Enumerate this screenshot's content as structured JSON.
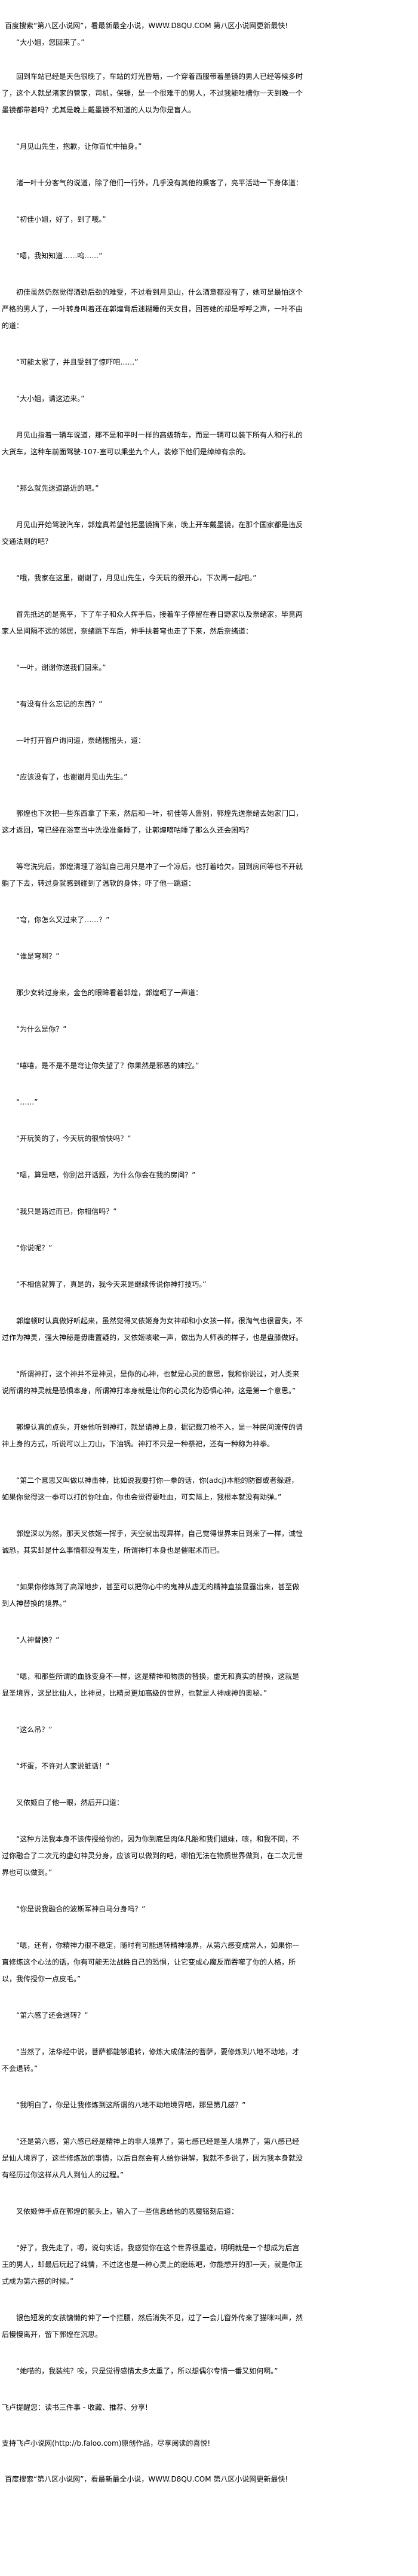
{
  "site_banner": "百度搜索“第八区小说网”，看最新最全小说，WWW.D8QU.COM  第八区小说网更新最快!",
  "story": {
    "paragraphs": [
      "“大小姐，您回来了。”",
      "回到车站已经是天色很晚了，车站的灯光昏暗，一个穿着西服带着墨镜的男人已经等候多时了，这个人就是渚家的管家，司机，保镖，是一个很难干的男人，不过我能吐槽你一天到晚一个墨镜都带着吗？尤其是晚上戴墨镜不知道的人以为你是盲人。",
      "“月见山先生，抱歉，让你百忙中抽身。”",
      "渚一叶十分客气的说道，除了他们一行外，几乎没有其他的乘客了，亮平活动一下身体道：",
      "“初佳小姐，好了，到了哦。”",
      "“嗯，我知知道……呜……”",
      "初佳虽然仍然觉得酒劲后劲的难受，不过看到月见山，什么酒意都没有了，她可是最怕这个严格的男人了，一叶转身叫着还在郭煌背后迷糊睡的天女目，回答她的却是呼呼之声，一叶不由的道：",
      "“可能太累了，并且受到了惊吓吧……”",
      "“大小姐，请这边来。”",
      "月见山指着一辆车说道，那不是和平时一样的高级轿车，而是一辆可以装下所有人和行礼的大货车，这种车前面驾驶-107-室可以乘坐九个人，装修下他们是绰绰有余的。",
      "“那么就先送道路近的吧。”",
      "月见山开始驾驶汽车，郭煌真希望他把墨镜摘下来，晚上开车戴墨镜，在那个国家都是违反交通法则的吧？",
      "“哦，我家在这里，谢谢了，月见山先生，今天玩的很开心，下次再一起吧。”",
      "首先抵达的是亮平，下了车子和众人挥手后，接着车子停留在春日野家以及奈绪家，毕竟两家人是间隔不远的邻居，奈绪跳下车后，伸手扶着穹也走了下来，然后奈绪道：",
      "“一叶，谢谢你送我们回来。”",
      "“有没有什么忘记的东西？”",
      "一叶打开窗户询问道，奈绪摇摇头，道：",
      "“应该没有了，也谢谢月见山先生。”",
      "郭煌也下次把一些东西拿了下来，然后和一叶，初佳等人告别，郭煌先送奈绪去她家门口，这才返回，穹已经在浴室当中洗澡准备睡了，让郭煌嘀咕睡了那么久还会困吗？",
      "等穹洗完后，郭煌清理了浴缸自己用只是冲了一个凉后，也打着哈欠，回到房间等也不开就躺了下去，转过身就感到碰到了温软的身体，吓了他一跳道：",
      "“穹，你怎么又过来了……？”",
      "“谁是穹啊？”",
      "那少女转过身来，金色的眼眸看着郭煌，郭煌呃了一声道：",
      "“为什么是你？”",
      "“嘻嘻，是不是不是穹让你失望了？你果然是邪恶的妹控。”",
      "“……”",
      "“开玩笑的了，今天玩的很愉快吗？”",
      "“嗯，算是吧，你别岔开话题，为什么你会在我的房间？”",
      "“我只是路过而已，你相信吗？”",
      "“你说呢？”",
      "“不相信就算了，真是的，我今天来是继续传说你神打技巧。”",
      "郭煌顿时认真做好听起来，虽然觉得叉依姬身为女神却和小女孩一样，很淘气也很冒失，不过作为神灵，强大神秘是毋庸置疑的，叉依姬咳嗽一声，做出为人师表的样子，也是盘膝做好。",
      "“所谓神打，这个神并不是神灵，是你的心神，也就是心灵的意思，我和你说过，对人类来说所谓的神灵就是恐惧本身，所谓神打本身就是让你的心灵化为恐惧心神，这是第一个意思。”",
      "郭煌认真的点头，开始他听到神打，就是请神上身，据记载刀枪不入，是一种民间流传的请神上身的方式，听说可以上刀山，下油锅。神打不只是一种祭祀，还有一种称为神拳。",
      "“第二个意思又叫做以神击神，比如说我要打你一拳的话，你(adcj)本能的防御或者躲避，如果你觉得这一拳可以打的你吐血，你也会觉得要吐血，可实际上，我根本就没有动弹。”",
      "郭煌深以为然，那天叉依姬一挥手，天空就出现异样，自己觉得世界末日到来了一样，诚惶诚恐，其实却是什么事情都没有发生，所谓神打本身也是催眠术而已。",
      "“如果你修炼到了高深地步，甚至可以把你心中的鬼神从虚无的精神直接显露出来，甚至做到人神替换的境界。”",
      "“人神替换？”",
      "“嗯，和那些所谓的血脉变身不一样，这是精神和物质的替换，虚无和真实的替换，这就是显圣境界，这是比仙人，比神灵，比精灵更加高级的世界，也就是人神成神的奥秘。”",
      "“这么吊？”",
      "“坏蛋，不许对人家说脏话！”",
      "叉依姬白了他一眼，然后开口道：",
      "“这种方法我本身不该传授给你的，因为你到底是肉体凡胎和我们姐妹，咳，和我不同，不过你融合了二次元的虚幻神灵分身，应该可以做到的吧，哪怕无法在物质世界做到，在二次元世界也可以做到。”",
      "“你是说我融合的波斯军神白马分身吗？”",
      "“嗯，还有，你精神力很不稳定，随时有可能退转精神境界，从第六感变成常人，如果你一直修炼这个心法的话，你有可能无法战胜自己的恐惧，让它变成心魔反而吞噬了你的人格，所以，我传授你一点皮毛。”",
      "“第六感了还会退转？”",
      "“当然了，法华经中说，菩萨都能够退转，修炼大成佛法的菩萨，要修炼到八地不动地，才不会退转。”",
      "“我明白了，你是让我修炼到这所谓的八地不动地境界吧，那是第几感？”",
      "“还是第六感，第六感已经是精神上的非人境界了，第七感已经是圣人境界了，第八感已经是仙人境界了，这些修炼放的事情，以后自然会有人给你讲解，我就不多说了，因为我本身就没有经历过你这样从凡人到仙人的过程。”",
      "叉依姬伸手点在郭煌的额头上，输入了一些信息给他的恶魔铭刻后道：",
      "“好了，我先走了，嗯，说句实话，我感觉你在这个世界很墨迹，明明就是一个想成为后宫王的男人，却最后玩起了纯情，不过这也是一种心灵上的磨练吧，你能想开的那一天，就是你正式成为第六感的时候。”",
      "银色短发的女孩慵懒的伸了一个拦腰，然后消失不见，过了一会儿窗外传来了猫咪叫声，然后慢慢离开，留下郭煌在沉思。",
      "“她喵的，我装纯？唉，只是觉得感情太多太重了，所以想偶尔专情一番又如何啊。”"
    ]
  },
  "footer": {
    "reminder": "飞卢提醒您：读书三件事 - 收藏、推荐、分享!",
    "support": "支持飞卢小说网(http://b.faloo.com)原创作品，尽享阅读的喜悦!",
    "site_banner": "百度搜索“第八区小说网”，看最新最全小说，WWW.D8QU.COM  第八区小说网更新最快!"
  }
}
